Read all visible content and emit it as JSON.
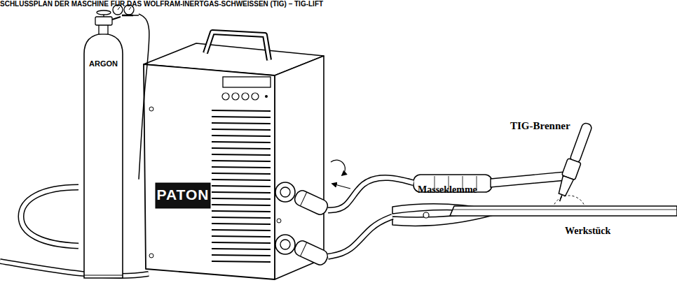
{
  "diagram": {
    "title": "SCHLUSSPLAN DER MASCHINE FÜR DAS WOLFRAM-INERTGAS-SCHWEISSEN (TIG) – TIG-LIFT",
    "nodes": [
      {
        "text": [
          "ARGON"
        ]
      },
      {
        "text": [
          "PATON"
        ]
      },
      {
        "text": [
          "TIG-Brenner"
        ]
      },
      {
        "text": [
          "Masseklemme"
        ]
      },
      {
        "text": [
          "Werkstück"
        ]
      }
    ],
    "edges": [
      {
        "from": 0,
        "to": 1,
        "arrow": "none"
      },
      {
        "from": 1,
        "to": 2,
        "arrow": "none"
      },
      {
        "from": 1,
        "to": 3,
        "arrow": "none"
      }
    ]
  }
}
